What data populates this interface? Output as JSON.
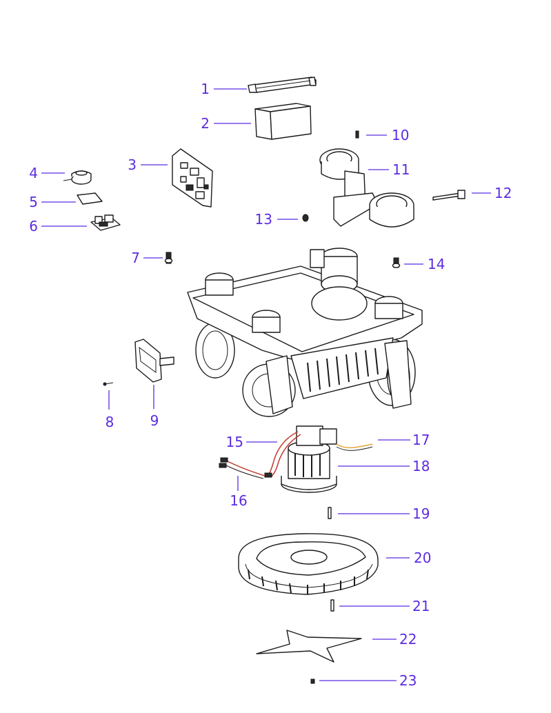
{
  "diagram": {
    "callouts": [
      {
        "id": "1",
        "text": "1"
      },
      {
        "id": "2",
        "text": "2"
      },
      {
        "id": "3",
        "text": "3"
      },
      {
        "id": "4",
        "text": "4"
      },
      {
        "id": "5",
        "text": "5"
      },
      {
        "id": "6",
        "text": "6"
      },
      {
        "id": "7",
        "text": "7"
      },
      {
        "id": "8",
        "text": "8"
      },
      {
        "id": "9",
        "text": "9"
      },
      {
        "id": "10",
        "text": "10"
      },
      {
        "id": "11",
        "text": "11"
      },
      {
        "id": "12",
        "text": "12"
      },
      {
        "id": "13",
        "text": "13"
      },
      {
        "id": "14",
        "text": "14"
      },
      {
        "id": "15",
        "text": "15"
      },
      {
        "id": "16",
        "text": "16"
      },
      {
        "id": "17",
        "text": "17"
      },
      {
        "id": "18",
        "text": "18"
      },
      {
        "id": "19",
        "text": "19"
      },
      {
        "id": "20",
        "text": "20"
      },
      {
        "id": "21",
        "text": "21"
      },
      {
        "id": "22",
        "text": "22"
      },
      {
        "id": "23",
        "text": "23"
      }
    ],
    "colors": {
      "callout": "#5b2be0",
      "line_art": "#1a1a1a",
      "wire_red": "#c0392b",
      "wire_orange": "#e8a33a",
      "background": "#ffffff"
    }
  }
}
